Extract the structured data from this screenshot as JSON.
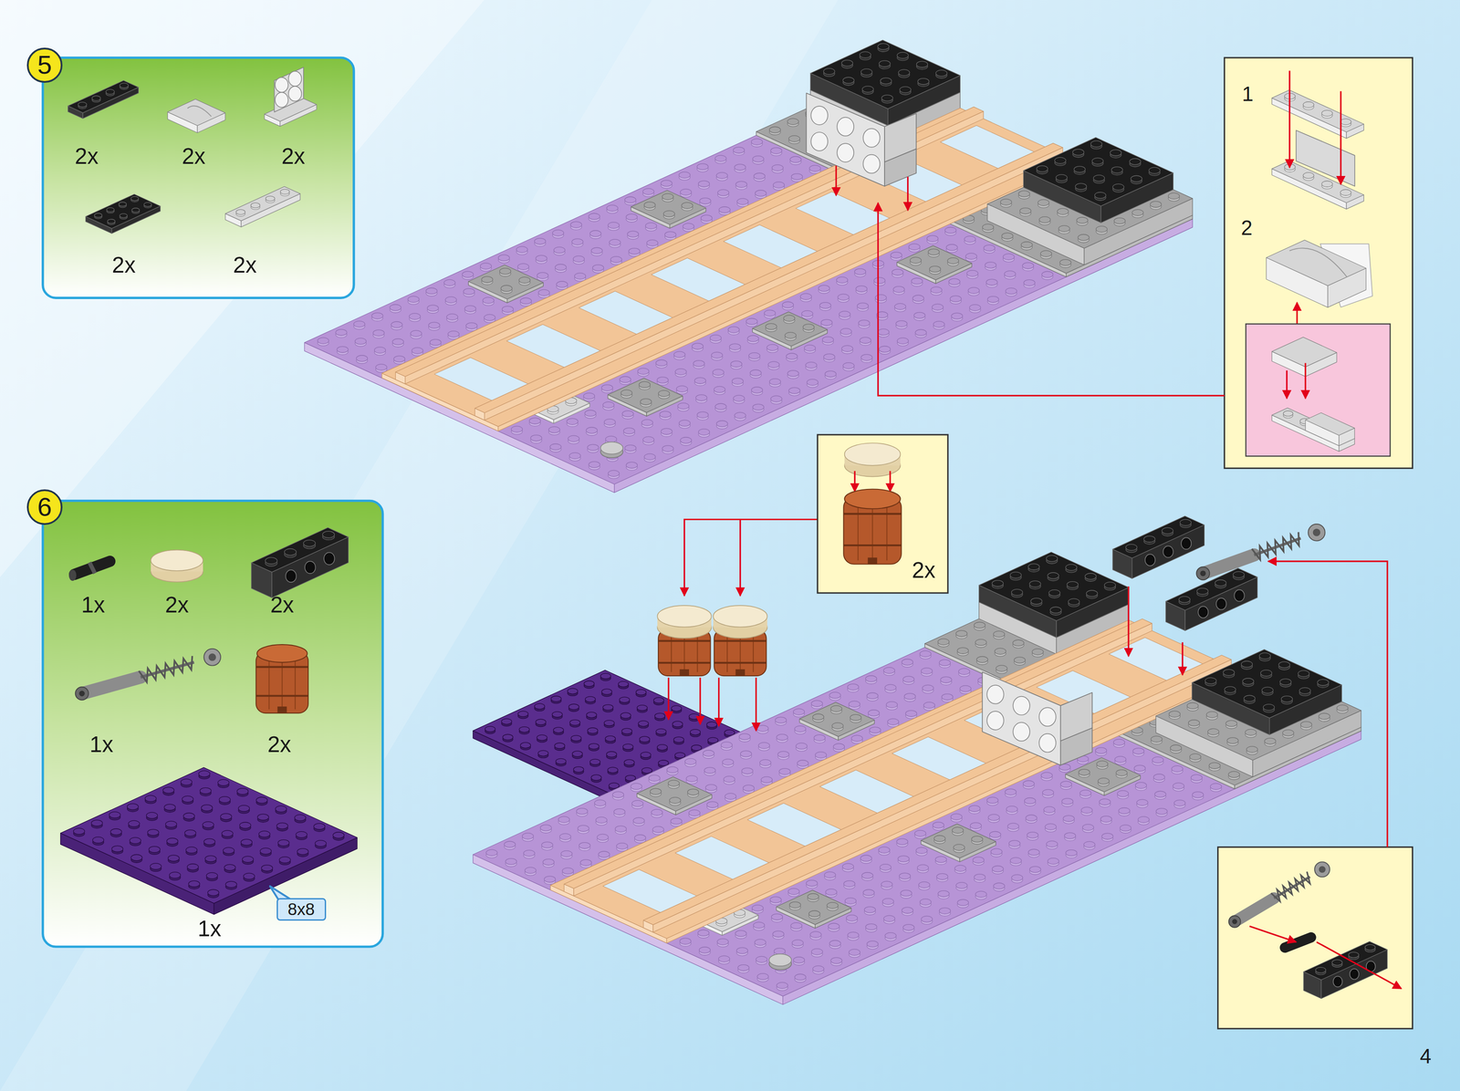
{
  "diagram": {
    "nodes": [
      {
        "text": [
          "5"
        ]
      },
      {
        "text": [
          "2x",
          "2x",
          "2x",
          "2x",
          "2x"
        ]
      },
      {
        "text": [
          "1",
          "2"
        ]
      },
      {
        "text": [
          "6"
        ]
      },
      {
        "text": [
          "1x",
          "2x",
          "2x",
          "1x",
          "2x",
          "1x"
        ]
      },
      {
        "text": [
          "8x8"
        ],
        "in": 4
      },
      {
        "text": [
          "2x"
        ]
      }
    ],
    "labels": [
      "4"
    ]
  }
}
